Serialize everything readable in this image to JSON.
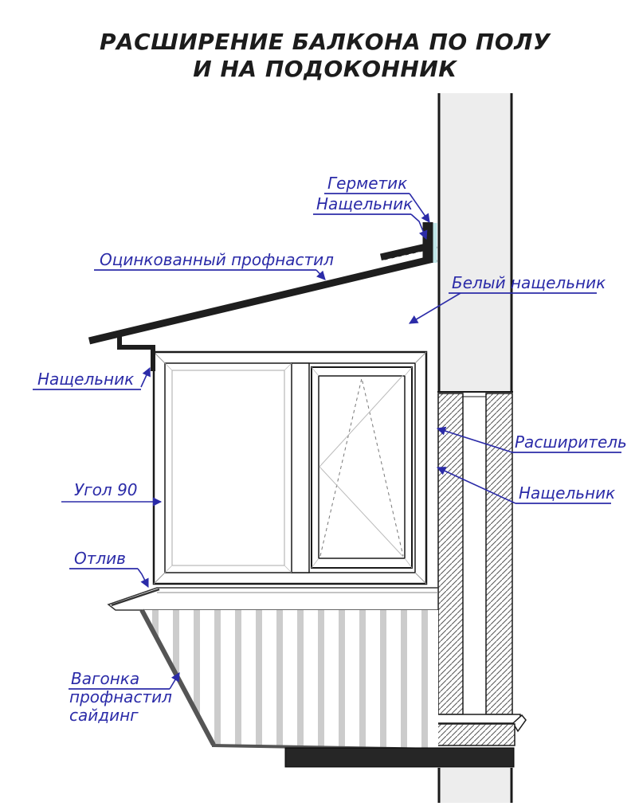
{
  "title": {
    "line1": "РАСШИРЕНИЕ БАЛКОНА ПО ПОЛУ",
    "line2": "И НА ПОДОКОННИК"
  },
  "labels": {
    "germetik": "Герметик",
    "nashchelnik_top": "Нащельник",
    "profnastil": "Оцинкованный профнастил",
    "belyi_nashchelnik": "Белый нащельник",
    "nashchelnik_left": "Нащельник",
    "ugol90": "Угол 90",
    "otliv": "Отлив",
    "vagonka": {
      "line1": "Вагонка",
      "line2": "профнастил",
      "line3": "сайдинг"
    },
    "rasshiritel": "Расширитель",
    "nashchelnik_right": "Нащельник"
  },
  "colors": {
    "label_blue": "#2b2ba8",
    "wall_gray": "#ededed",
    "line_dark": "#1a1a1a",
    "siding_stripe": "#cccccc",
    "slab_black": "#262626",
    "sealant_cyan": "#bfe6e8"
  }
}
